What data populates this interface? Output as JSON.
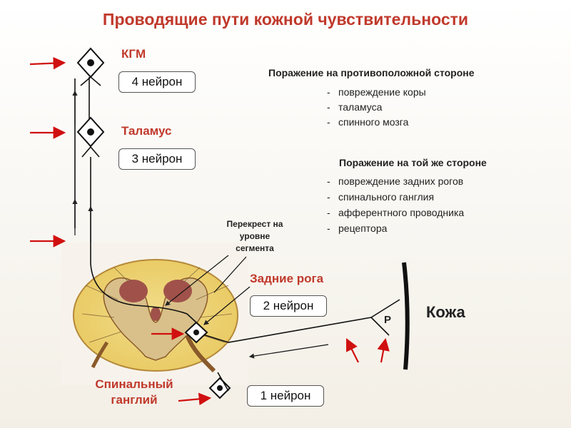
{
  "title": "Проводящие пути кожной чувствительности",
  "labels": {
    "kgm": "КГМ",
    "thalamus": "Таламус",
    "dorsal_horns": "Задние рога",
    "spinal_ganglion": "Спинальный ганглий",
    "crossing": "Перекрест на уровне сегмента",
    "skin": "Кожа",
    "receptor": "Р"
  },
  "neurons": {
    "n4": "4 нейрон",
    "n3": "3 нейрон",
    "n2": "2 нейрон",
    "n1": "1 нейрон"
  },
  "lesions": {
    "opposite": {
      "heading": "Поражение на противоположной стороне",
      "items": [
        "повреждение коры",
        "таламуса",
        "спинного мозга"
      ]
    },
    "same": {
      "heading": "Поражение на той же стороне",
      "items": [
        "повреждение задних рогов",
        "спинального ганглия",
        "афферентного проводника",
        "рецептора"
      ]
    }
  },
  "colors": {
    "accent": "#c0392b",
    "arrow": "#d01010"
  }
}
